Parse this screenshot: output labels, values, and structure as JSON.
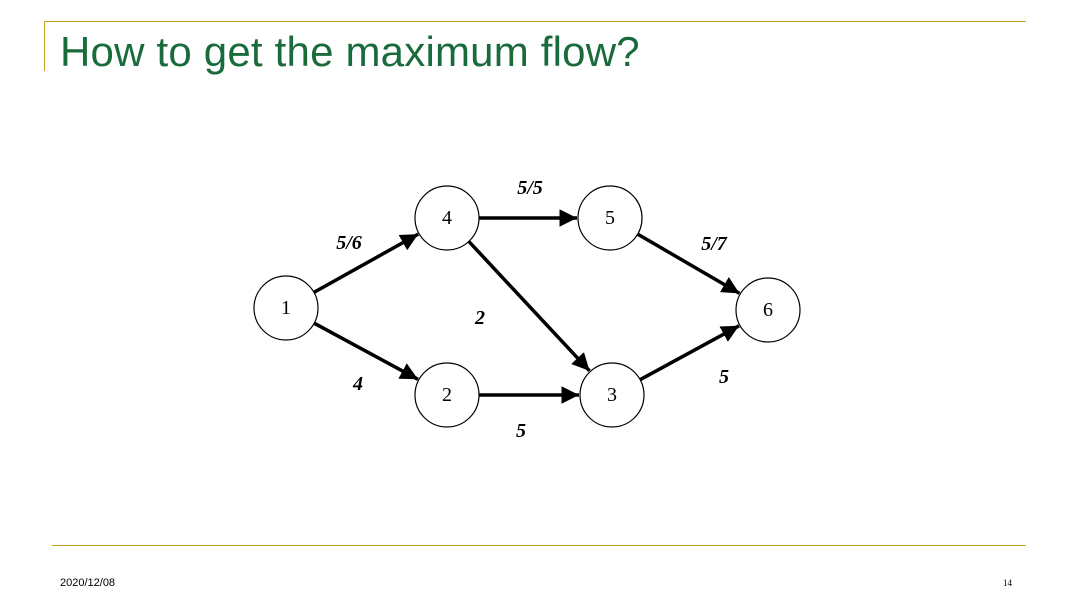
{
  "slide": {
    "title": "How to get the maximum flow?",
    "date": "2020/12/08",
    "page_number": "14"
  },
  "colors": {
    "title": "#1a6b3c",
    "rule": "#c8a21e"
  },
  "graph": {
    "nodes": [
      {
        "id": "1",
        "label": "1"
      },
      {
        "id": "2",
        "label": "2"
      },
      {
        "id": "3",
        "label": "3"
      },
      {
        "id": "4",
        "label": "4"
      },
      {
        "id": "5",
        "label": "5"
      },
      {
        "id": "6",
        "label": "6"
      }
    ],
    "edges": [
      {
        "from": "1",
        "to": "4",
        "label": "5/6"
      },
      {
        "from": "1",
        "to": "2",
        "label": "4"
      },
      {
        "from": "4",
        "to": "5",
        "label": "5/5"
      },
      {
        "from": "4",
        "to": "3",
        "label": "2"
      },
      {
        "from": "2",
        "to": "3",
        "label": "5"
      },
      {
        "from": "5",
        "to": "6",
        "label": "5/7"
      },
      {
        "from": "3",
        "to": "6",
        "label": "5"
      }
    ]
  }
}
